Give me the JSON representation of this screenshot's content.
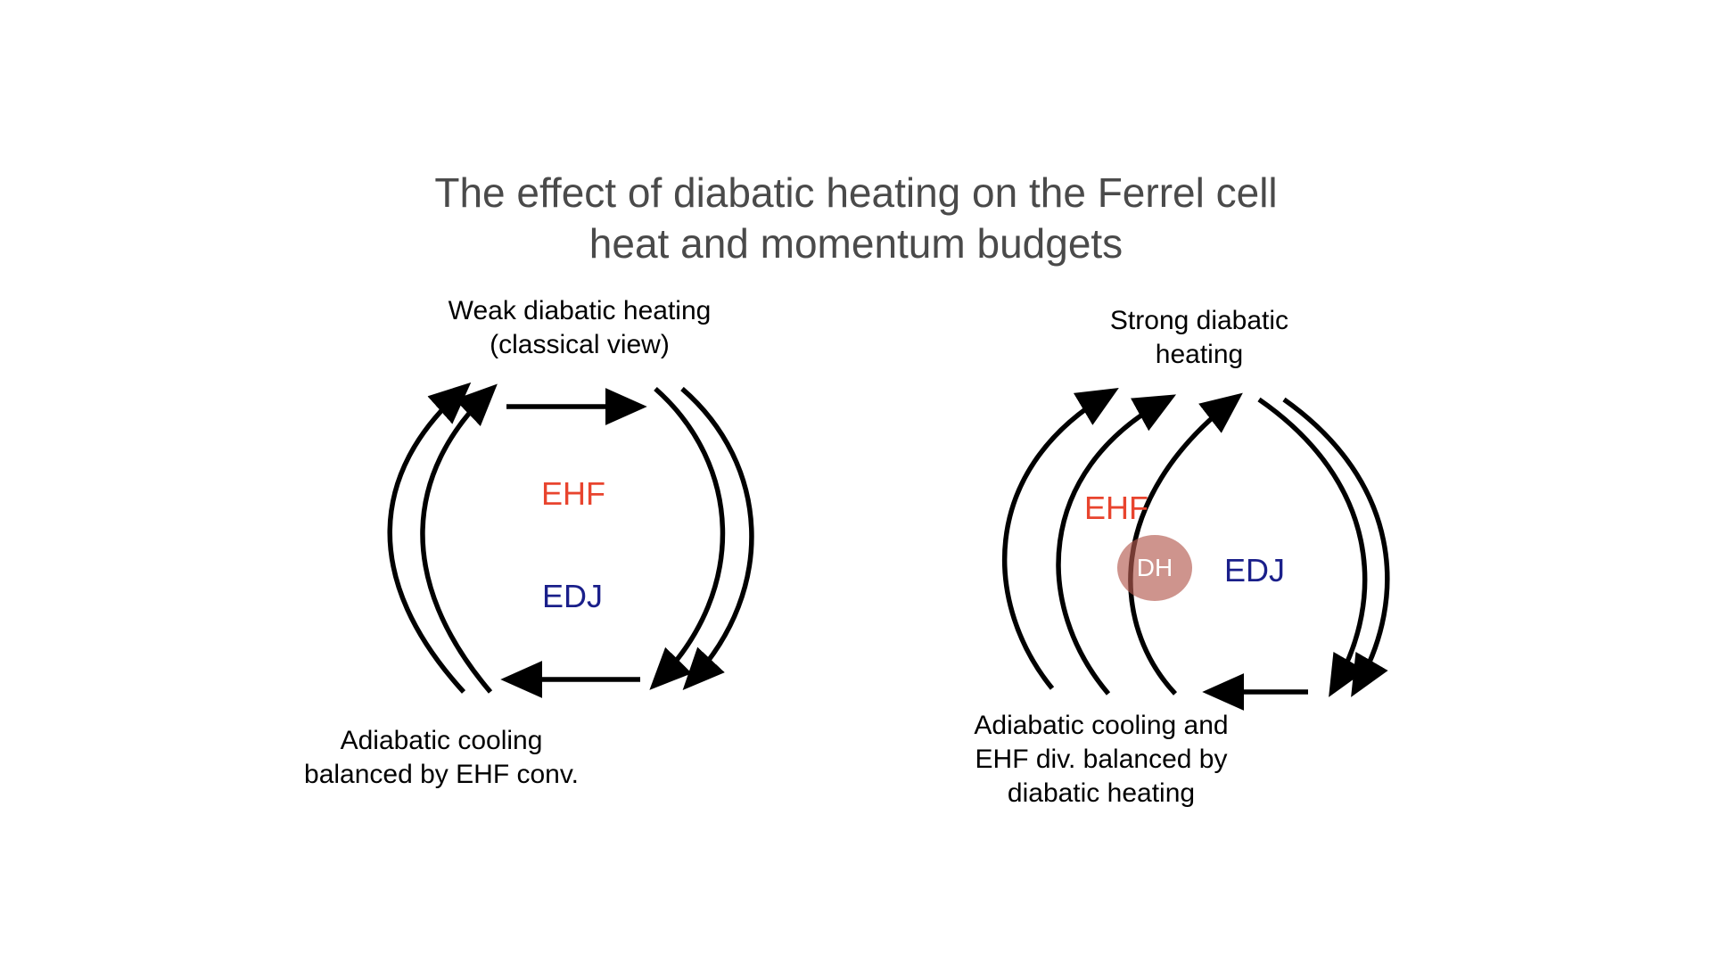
{
  "title": {
    "line1": "The effect of diabatic heating on the Ferrel cell",
    "line2": "heat and momentum budgets"
  },
  "left_panel": {
    "top_label_line1": "Weak diabatic heating",
    "top_label_line2": "(classical view)",
    "center_top": "EHF",
    "center_bottom": "EDJ",
    "bottom_label_line1": "Adiabatic cooling",
    "bottom_label_line2": "balanced by EHF conv."
  },
  "right_panel": {
    "top_label_line1": "Strong diabatic",
    "top_label_line2": "heating",
    "ehf": "EHF",
    "edj": "EDJ",
    "dh": "DH",
    "bottom_label_line1": "Adiabatic cooling and",
    "bottom_label_line2": "EHF div. balanced by",
    "bottom_label_line3": "diabatic heating"
  },
  "colors": {
    "ehf": "#e8442e",
    "edj": "#1a1f8a",
    "dh": "#b45a50",
    "title": "#4a4a4a",
    "arrows": "#000000"
  }
}
